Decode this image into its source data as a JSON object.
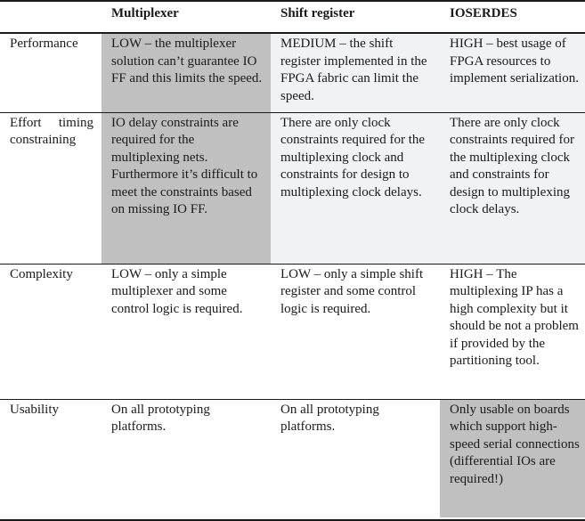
{
  "columns": [
    "",
    "Multiplexer",
    "Shift register",
    "IOSERDES"
  ],
  "rows": [
    {
      "label": "Performance",
      "cells": [
        "LOW – the multiplexer solution can’t guarantee IO FF and this limits the speed.",
        "MEDIUM – the shift register implemented in the FPGA fabric can limit the speed.",
        "HIGH – best usage of FPGA resources to implement serialization."
      ]
    },
    {
      "label_line1_a": "Effort",
      "label_line1_b": "timing",
      "label_line2": "constraining",
      "cells": [
        "IO delay constraints are required for the multiplexing nets. Furthermore it’s difficult to meet the constraints based on missing IO FF.",
        "There are only clock constraints required for the multiplexing clock and constraints for design to multiplexing clock delays.",
        "There are only clock constraints required for the multiplexing clock and constraints for design to multiplexing clock delays."
      ]
    },
    {
      "label": "Complexity",
      "cells": [
        "LOW – only a simple multiplexer and some control logic is required.",
        "LOW – only a simple shift register and some control logic is required.",
        "HIGH – The multiplexing IP has a high complexity but it should be not a problem if provided by the partitioning tool."
      ]
    },
    {
      "label": "Usability",
      "cells": [
        "On all prototyping platforms.",
        "On all prototyping platforms.",
        "Only usable on boards which support high-speed serial connections (differential IOs are required!)"
      ]
    }
  ],
  "colors": {
    "shade_dark": "#c0c0c0",
    "shade_light": "#f0f2f4",
    "rule": "#1a1a1a"
  }
}
